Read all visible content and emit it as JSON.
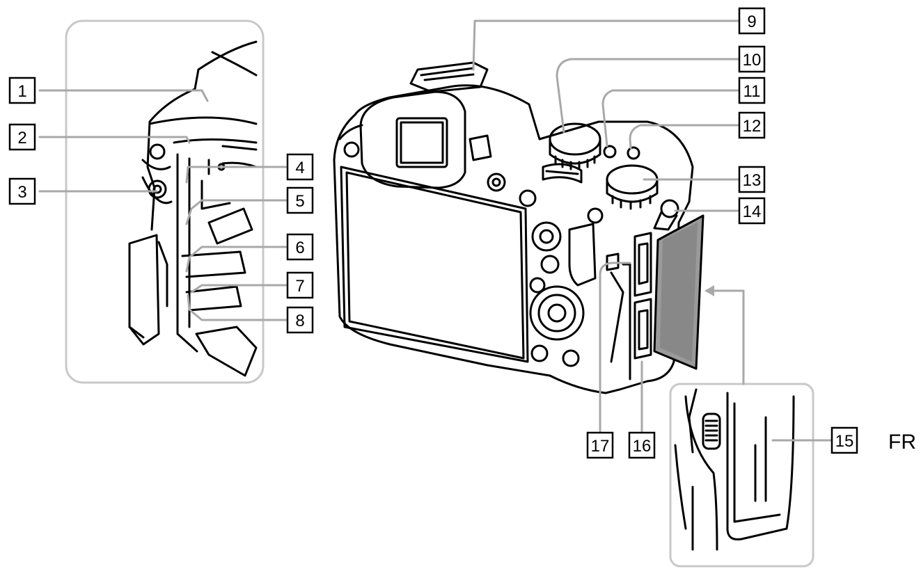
{
  "diagram": {
    "callouts": [
      "1",
      "2",
      "3",
      "4",
      "5",
      "6",
      "7",
      "8",
      "9",
      "10",
      "11",
      "12",
      "13",
      "14",
      "15",
      "16",
      "17"
    ],
    "language_tag": "FR"
  },
  "colors": {
    "line": "#000000",
    "detail_box": "#c8c8c8",
    "grip_fill": "#9a9a9a",
    "shade": "#e6e6e6"
  }
}
